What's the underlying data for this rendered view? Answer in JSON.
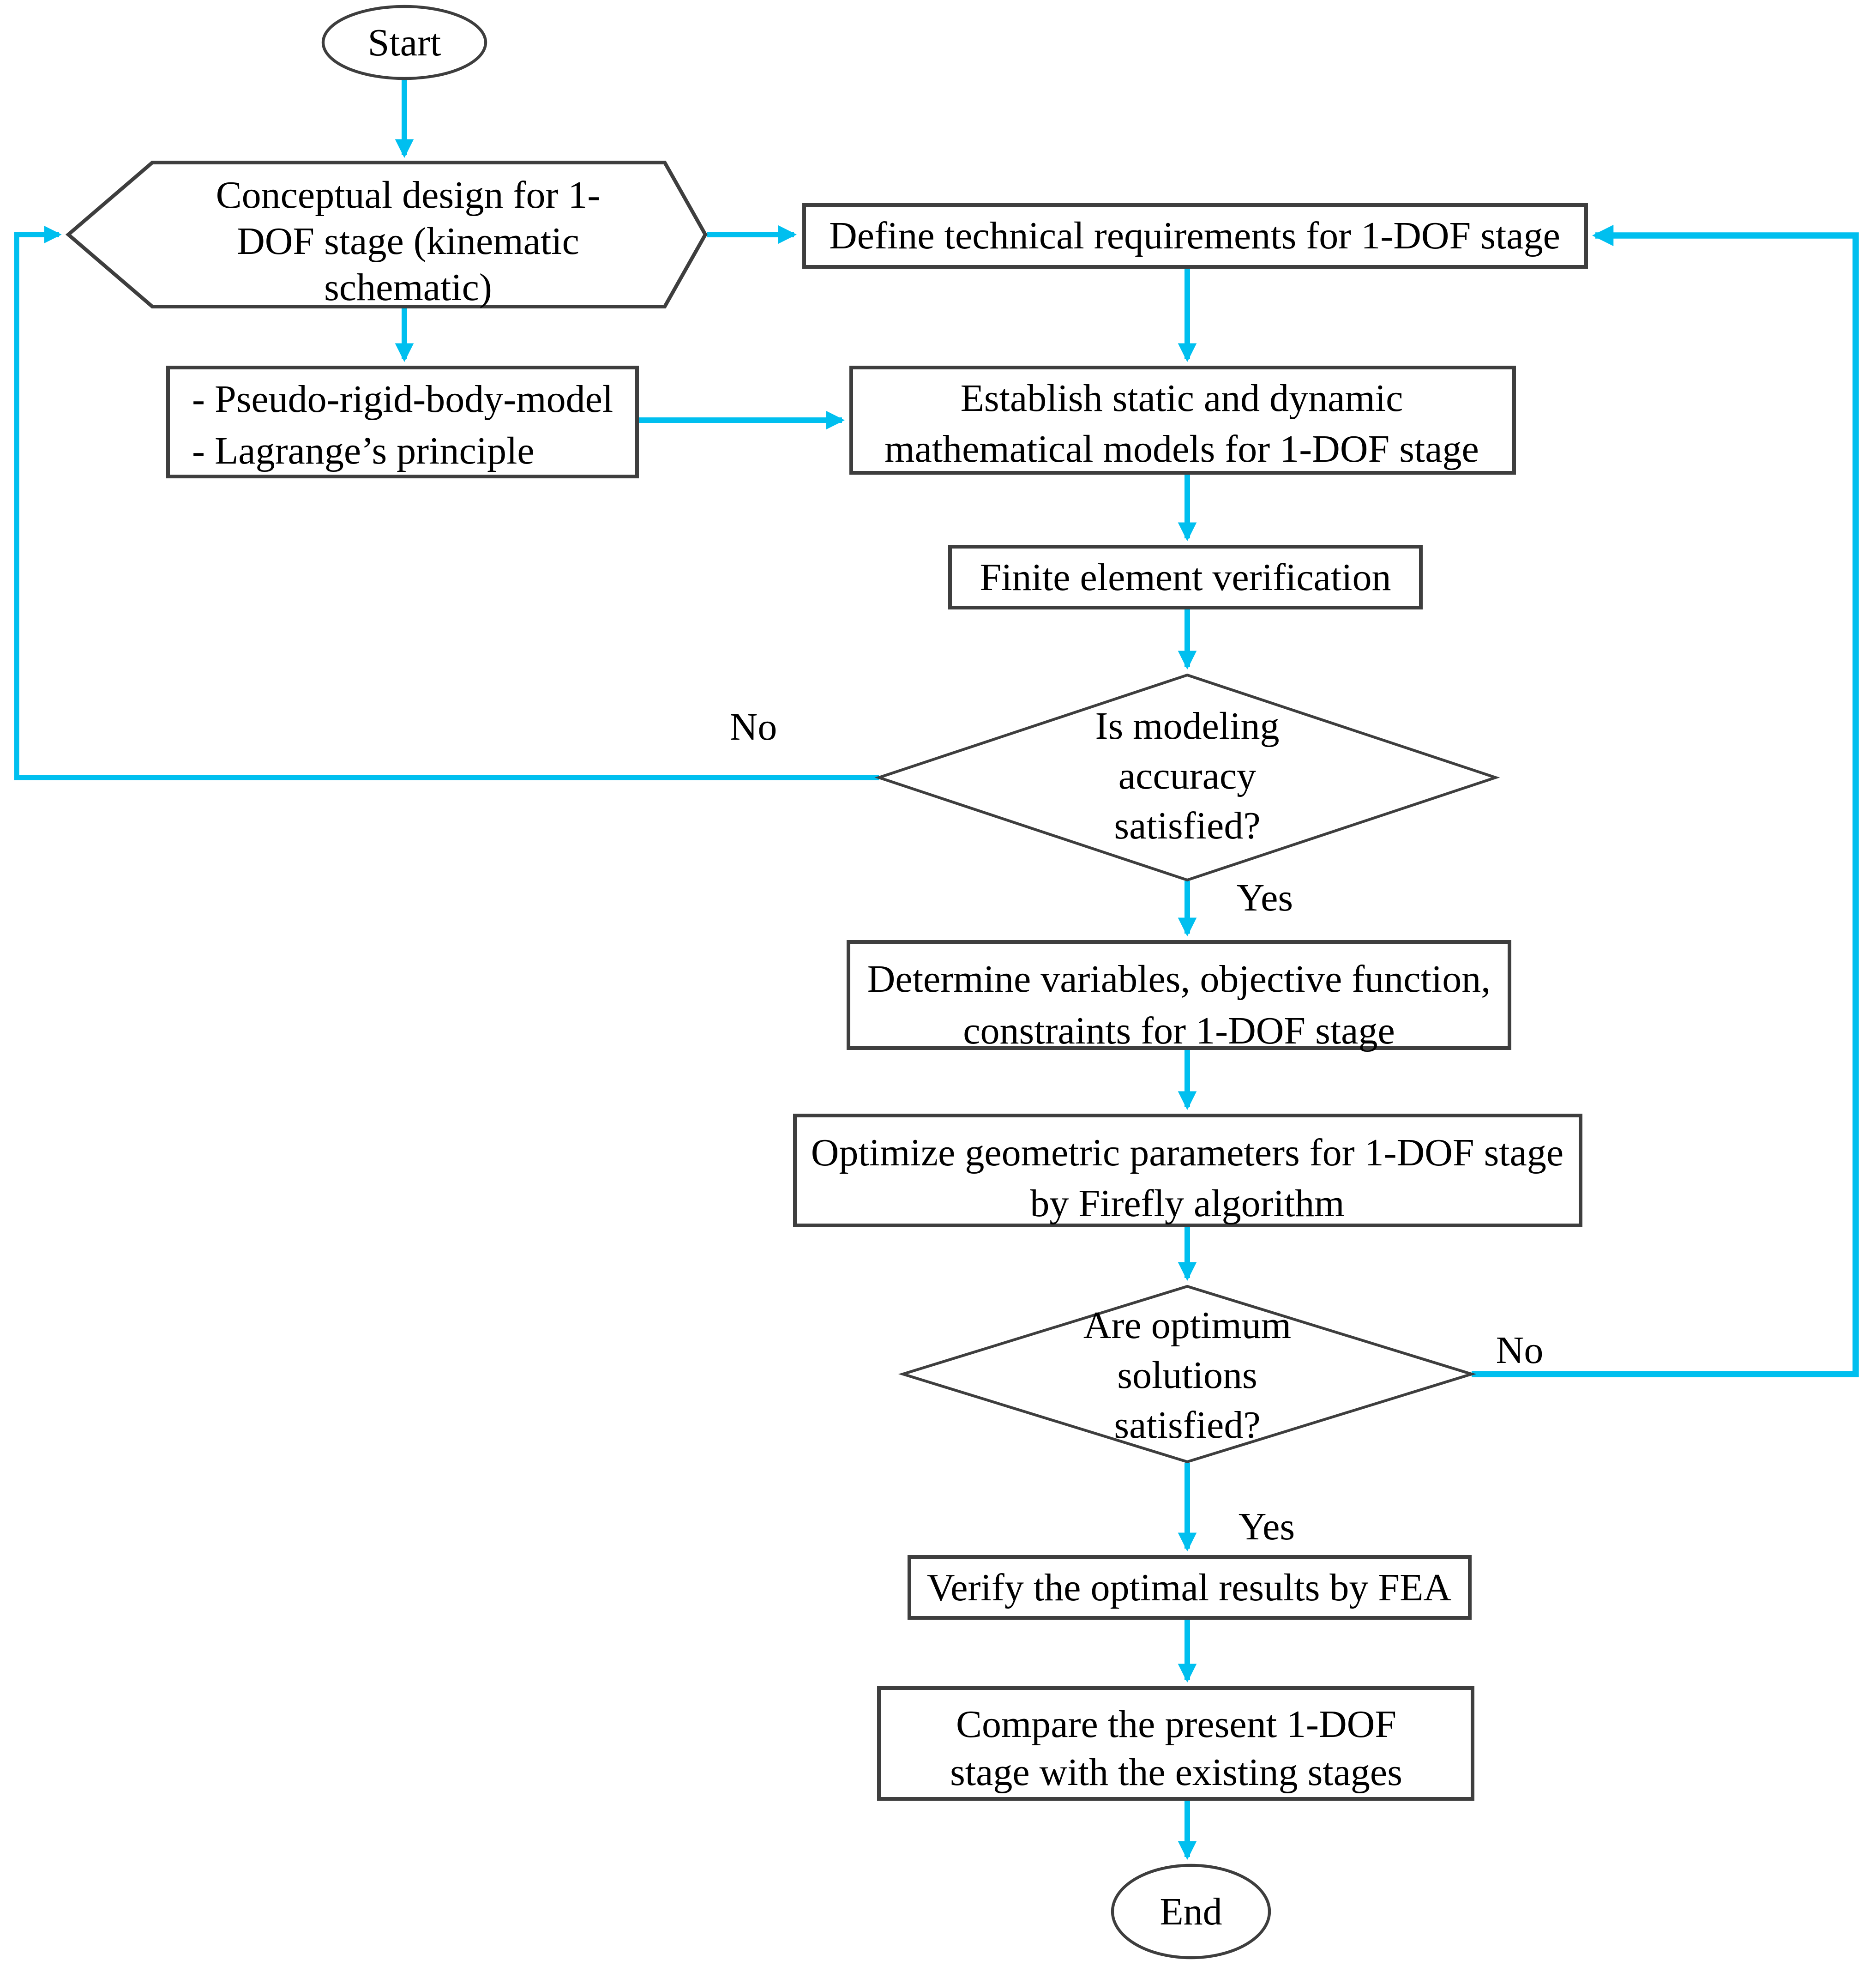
{
  "figure": {
    "type": "flowchart",
    "description": "Design and optimization workflow for a 1-DOF stage"
  },
  "palette": {
    "arrow": "#00BFEF",
    "border": "#3E3E3E",
    "text": "#000000",
    "fill": "#FFFFFF",
    "background": "#FFFFFF"
  },
  "nodes": {
    "start": {
      "type": "terminal",
      "label": "Start"
    },
    "conceptual": {
      "type": "preparation-hexagon",
      "lines": [
        "Conceptual design for 1-",
        "DOF stage (kinematic",
        "schematic)"
      ]
    },
    "define": {
      "type": "process",
      "label": "Define technical requirements for 1-DOF stage"
    },
    "modeling_methods": {
      "type": "process",
      "lines": [
        "- Pseudo-rigid-body-model",
        "- Lagrange’s principle"
      ]
    },
    "establish": {
      "type": "process",
      "lines": [
        "Establish static and dynamic",
        "mathematical models for 1-DOF stage"
      ]
    },
    "fea_verification": {
      "type": "process",
      "label": "Finite element verification"
    },
    "decision_modeling": {
      "type": "decision",
      "lines": [
        "Is modeling",
        "accuracy",
        "satisfied?"
      ]
    },
    "determine": {
      "type": "process",
      "lines": [
        "Determine variables, objective function,",
        "constraints for 1-DOF stage"
      ]
    },
    "optimize": {
      "type": "process",
      "lines": [
        "Optimize geometric parameters for 1-DOF stage",
        "by Firefly algorithm"
      ]
    },
    "decision_optimum": {
      "type": "decision",
      "lines": [
        "Are optimum",
        "solutions",
        "satisfied?"
      ]
    },
    "verify": {
      "type": "process",
      "label": "Verify the optimal results by FEA"
    },
    "compare": {
      "type": "process",
      "lines": [
        "Compare the present 1-DOF",
        "stage with the existing stages"
      ]
    },
    "end": {
      "type": "terminal",
      "label": "End"
    }
  },
  "edges": {
    "decision_modeling_no": {
      "label": "No",
      "from": "decision_modeling",
      "to": "conceptual"
    },
    "decision_modeling_yes": {
      "label": "Yes",
      "from": "decision_modeling",
      "to": "determine"
    },
    "decision_optimum_no": {
      "label": "No",
      "from": "decision_optimum",
      "to": "define"
    },
    "decision_optimum_yes": {
      "label": "Yes",
      "from": "decision_optimum",
      "to": "verify"
    }
  },
  "flows": [
    {
      "from": "start",
      "to": "conceptual"
    },
    {
      "from": "conceptual",
      "to": "modeling_methods"
    },
    {
      "from": "conceptual",
      "to": "define"
    },
    {
      "from": "define",
      "to": "establish"
    },
    {
      "from": "modeling_methods",
      "to": "establish"
    },
    {
      "from": "establish",
      "to": "fea_verification"
    },
    {
      "from": "fea_verification",
      "to": "decision_modeling"
    },
    {
      "from": "decision_modeling",
      "to": "conceptual",
      "label": "No"
    },
    {
      "from": "decision_modeling",
      "to": "determine",
      "label": "Yes"
    },
    {
      "from": "determine",
      "to": "optimize"
    },
    {
      "from": "optimize",
      "to": "decision_optimum"
    },
    {
      "from": "decision_optimum",
      "to": "define",
      "label": "No"
    },
    {
      "from": "decision_optimum",
      "to": "verify",
      "label": "Yes"
    },
    {
      "from": "verify",
      "to": "compare"
    },
    {
      "from": "compare",
      "to": "end"
    }
  ]
}
